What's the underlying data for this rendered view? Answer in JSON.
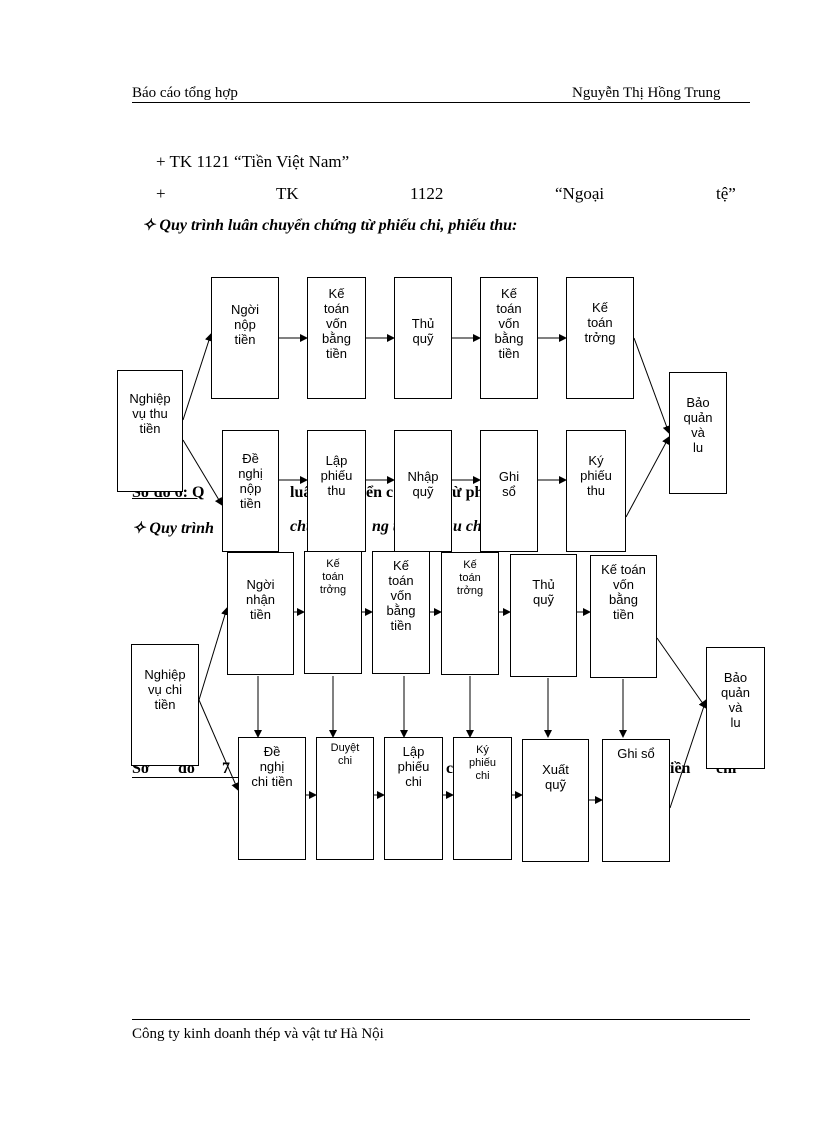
{
  "header": {
    "left": "Báo cáo tổng hợp",
    "right": "Nguyễn Thị Hồng Trung"
  },
  "body": {
    "line_1121": "+ TK 1121  “Tiền Việt Nam”",
    "line_1122": [
      "+",
      "TK",
      "1122",
      "“Ngoại",
      "tệ”"
    ],
    "heading_thu": "✧ Quy trình luân chuyển chứng từ phiếu chi, phiếu thu:",
    "caption6_visible": "Sơ đồ 6: Q",
    "caption6_frag_a": "luâ",
    "caption6_frag_b": "ển c",
    "caption6_frag_c": "ừ ph",
    "heading_chi_visible": "✧ Quy trình",
    "heading_chi_frag_a": "chuyể",
    "heading_chi_frag_b": "ng t",
    "heading_chi_frag_c": "u chi",
    "caption7_a": "Sơ",
    "caption7_b": "đồ",
    "caption7_c": "7",
    "caption7_d": "c",
    "caption7_e": "iền",
    "caption7_f": "chi"
  },
  "diagram_thu": {
    "start": "Nghiệp\nvụ thu\ntiền",
    "top_row": [
      "Ngời\nnộp\ntiền",
      "Kế\ntoán\nvốn\nbằng\ntiền",
      "Thủ\nquỹ",
      "Kế\ntoán\nvốn\nbằng\ntiền",
      "Kế\ntoán\ntrởng"
    ],
    "bottom_row": [
      "Đề\nnghị\nnộp\ntiền",
      "Lập\nphiếu\nthu",
      "Nhập\nquỹ",
      "Ghi\nsổ",
      "Ký\nphiếu\nthu"
    ],
    "end": "Bảo\nquản\nvà\nlu"
  },
  "diagram_chi": {
    "start": "Nghiệp\nvụ chi\ntiền",
    "top_row": [
      "Ngời\nnhận\ntiền",
      "Kế\ntoán\ntrởng",
      "Kế\ntoán\nvốn\nbằng\ntiền",
      "Kế\ntoán\ntrởng",
      "Thủ\nquỹ",
      "Kế toán\nvốn\nbằng\ntiền"
    ],
    "bottom_row": [
      "Đề\nnghị\nchi tiền",
      "Duyệt\nchi",
      "Lập\nphiếu\nchi",
      "Ký\nphiếu\nchi",
      "Xuất\nquỹ",
      "Ghi sổ"
    ],
    "end": "Bảo\nquản\nvà\nlu"
  },
  "footer": {
    "text": "Công ty kinh doanh thép và vật tư Hà Nội"
  }
}
